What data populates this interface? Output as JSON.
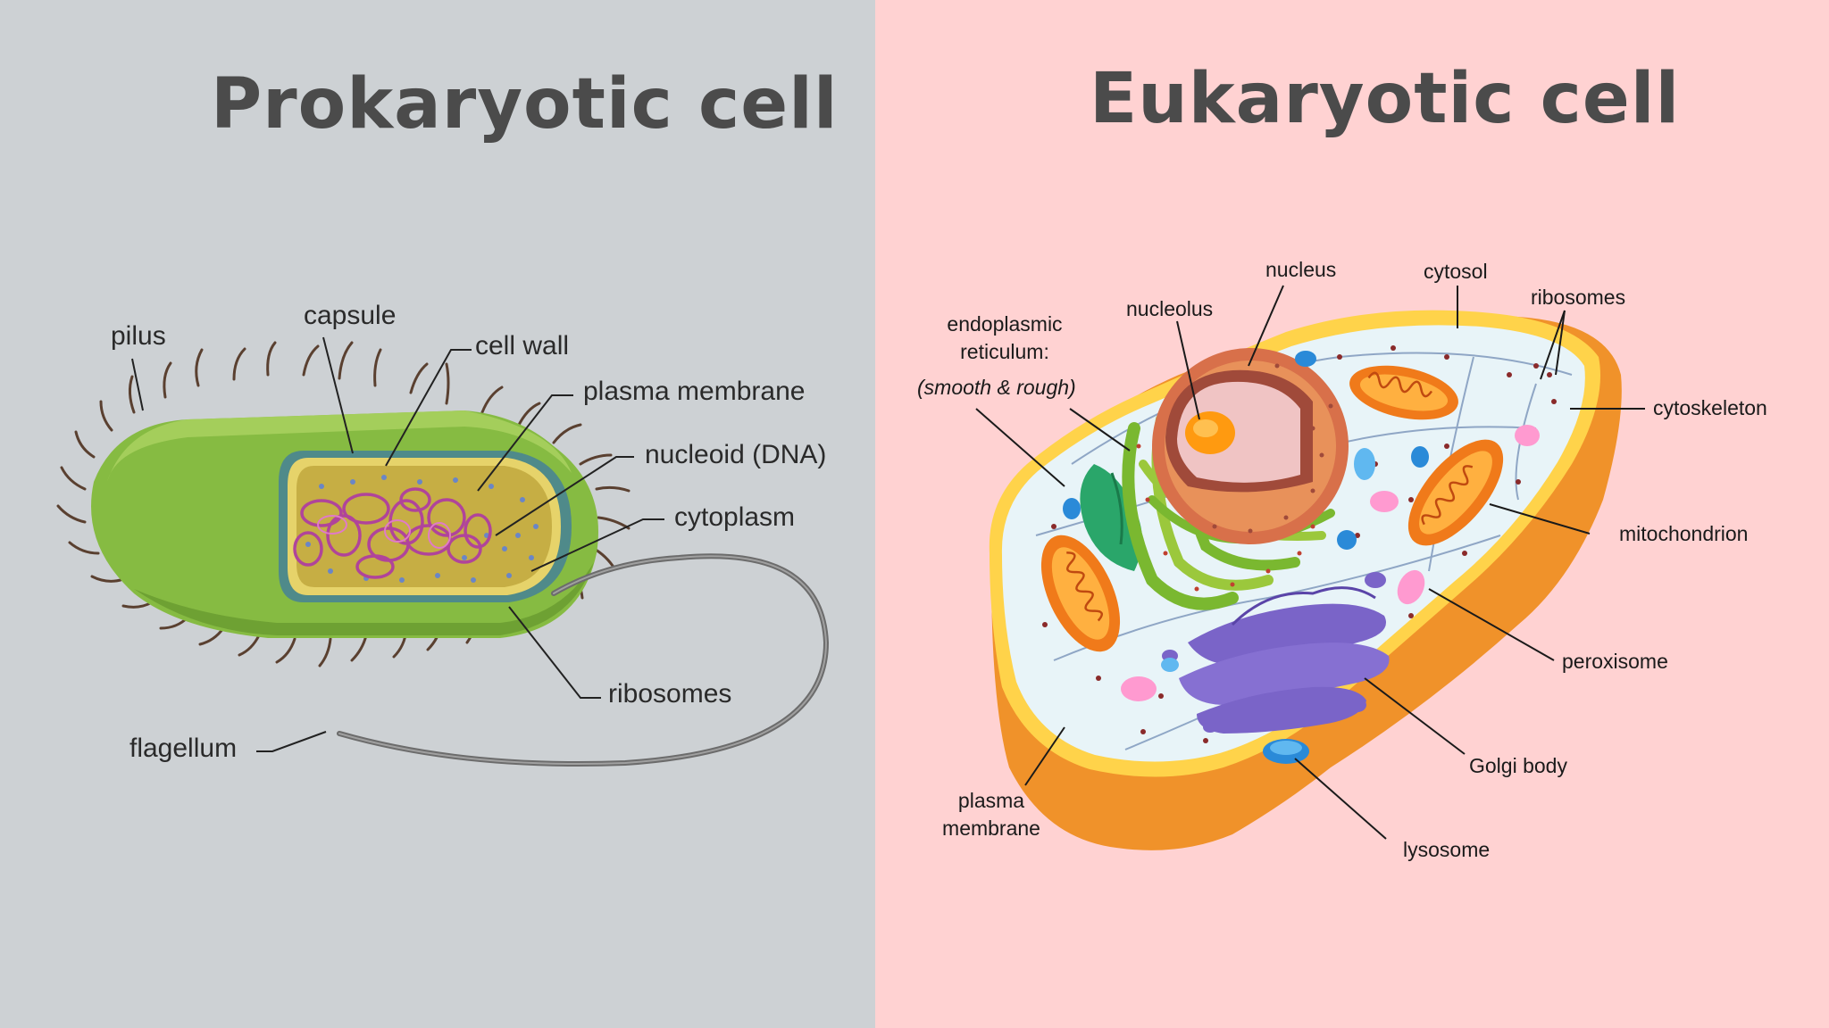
{
  "prokaryote": {
    "title": "Prokaryotic cell",
    "labels": {
      "pilus": "pilus",
      "capsule": "capsule",
      "cell_wall": "cell wall",
      "plasma_membrane": "plasma membrane",
      "nucleoid": "nucleoid (DNA)",
      "cytoplasm": "cytoplasm",
      "ribosomes": "ribosomes",
      "flagellum": "flagellum"
    },
    "colors": {
      "background": "#cdd1d4",
      "capsule": "#8fc24a",
      "cytoplasm": "#c8b24a",
      "dna": "#b0449a"
    }
  },
  "eukaryote": {
    "title": "Eukaryotic cell",
    "labels": {
      "er_line1": "endoplasmic",
      "er_line2": "reticulum:",
      "er_note": "(smooth & rough)",
      "nucleolus": "nucleolus",
      "nucleus": "nucleus",
      "cytosol": "cytosol",
      "ribosomes": "ribosomes",
      "cytoskeleton": "cytoskeleton",
      "mitochondrion": "mitochondrion",
      "peroxisome": "peroxisome",
      "golgi": "Golgi body",
      "lysosome": "lysosome",
      "pm_line1": "plasma",
      "pm_line2": "membrane"
    },
    "colors": {
      "background": "#ffd2d2",
      "membrane": "#f0922a",
      "cytosol": "#e8f4f8",
      "nucleus": "#d8704a",
      "golgi": "#7a64c8",
      "er": "#9bc83c"
    }
  }
}
